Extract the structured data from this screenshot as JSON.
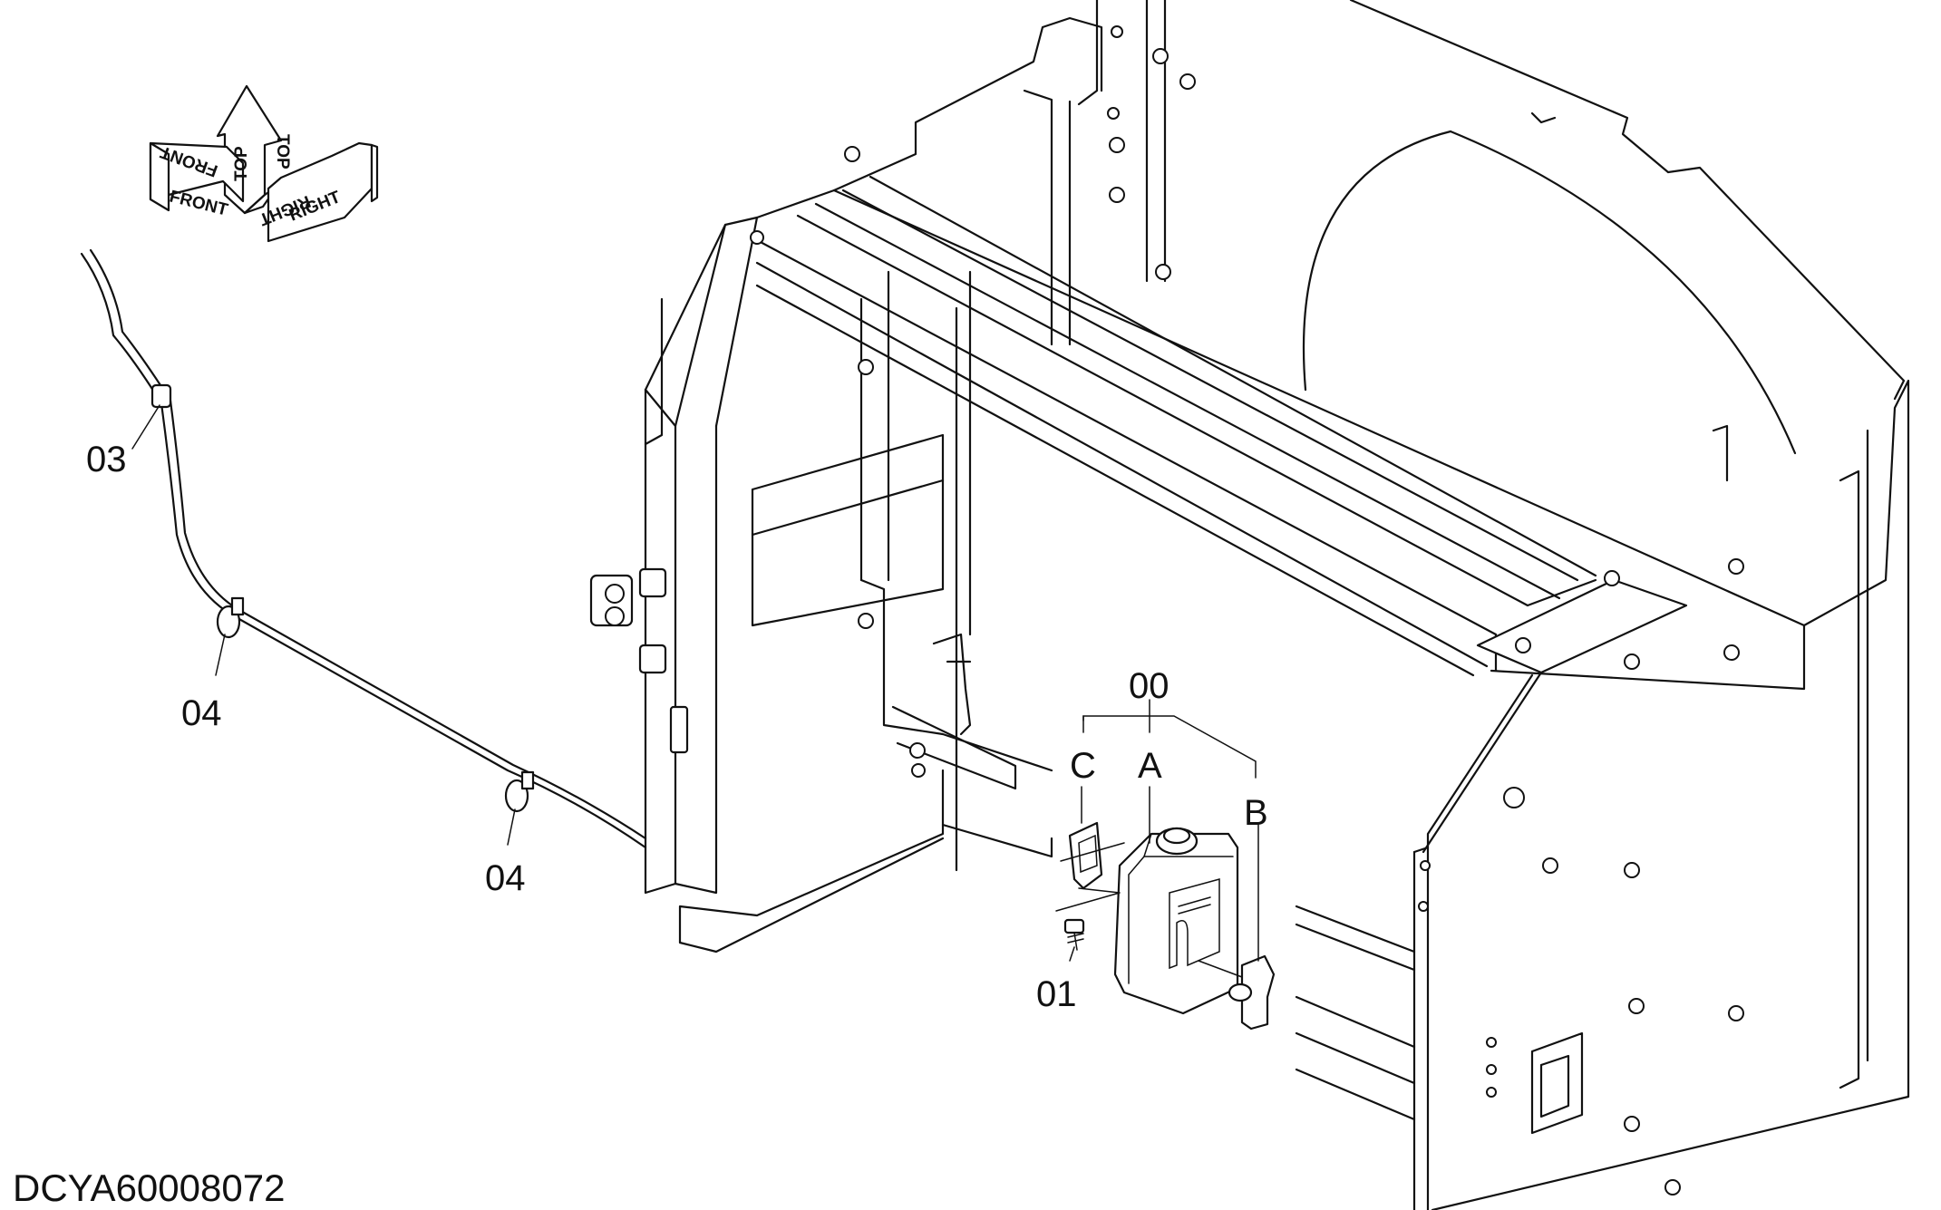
{
  "drawing_code": "DCYA60008072",
  "orientation": {
    "front_label": "FRONT",
    "top_label": "TOP",
    "right_label": "RIGHT"
  },
  "callouts": {
    "assembly": "00",
    "part_01": "01",
    "part_03": "03",
    "part_04_a": "04",
    "part_04_b": "04",
    "sub_a": "A",
    "sub_b": "B",
    "sub_c": "C"
  }
}
